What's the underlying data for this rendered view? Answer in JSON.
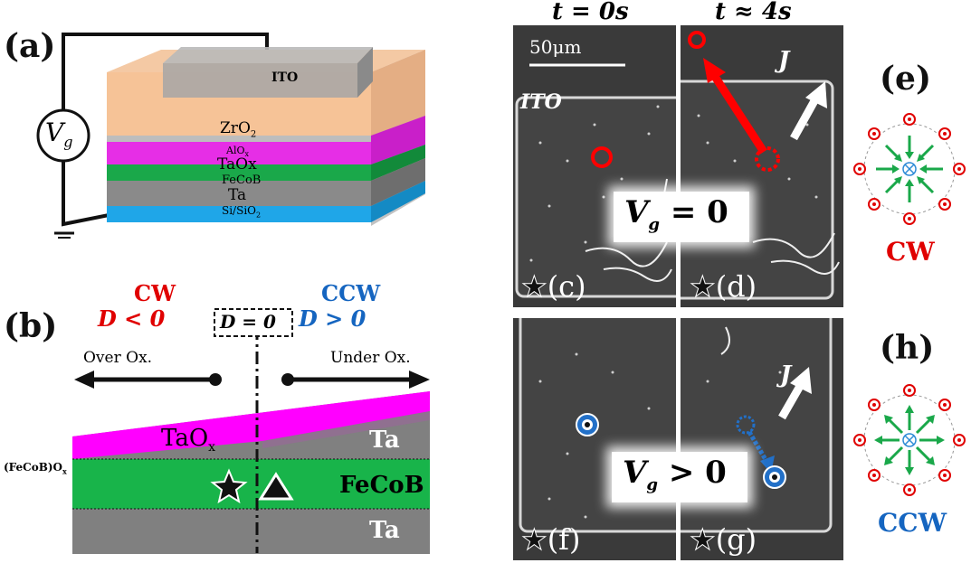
{
  "figure": {
    "panel_labels": {
      "a": "(a)",
      "b": "(b)",
      "c": "(c)",
      "d": "(d)",
      "e": "(e)",
      "f": "(f)",
      "g": "(g)",
      "h": "(h)"
    },
    "device": {
      "vg_label_main": "V",
      "vg_label_sub": "g",
      "layers": [
        "ITO",
        "ZrO",
        "2",
        "AlO",
        "x",
        "TaOx",
        "FeCoB",
        "Ta",
        "Si/SiO",
        "2"
      ]
    },
    "phase": {
      "cw": "CW",
      "cw_cond": "D < 0",
      "ccw": "CCW",
      "ccw_cond": "D > 0",
      "d_zero": "D = 0",
      "over_ox": "Over Ox.",
      "under_ox": "Under Ox.",
      "taox": "TaO",
      "taox_sub": "x",
      "ta_top": "Ta",
      "fecobox": "(FeCoB)O",
      "fecobox_sub": "x",
      "fecob": "FeCoB",
      "ta_bottom": "Ta"
    },
    "images": {
      "t0": "t = 0s",
      "t4": "t ≈ 4s",
      "scale": "50μm",
      "ito": "ITO",
      "vg0": "V",
      "vg0_sub": "g",
      "vg0_rest": " = 0",
      "vgpos": "V",
      "vgpos_sub": "g",
      "vgpos_rest": " > 0",
      "current": "J"
    },
    "chirality": {
      "cw": "CW",
      "ccw": "CCW"
    }
  }
}
